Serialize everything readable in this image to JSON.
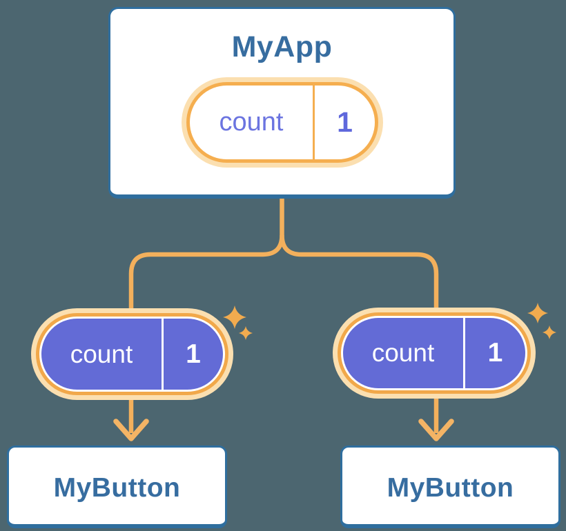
{
  "tree": {
    "root": {
      "name": "MyApp",
      "state": {
        "key": "count",
        "value": "1"
      }
    },
    "children": [
      {
        "name": "MyButton",
        "state": {
          "key": "count",
          "value": "1"
        }
      },
      {
        "name": "MyButton",
        "state": {
          "key": "count",
          "value": "1"
        }
      }
    ]
  },
  "icons": [
    "sparkle-icon",
    "down-arrow-icon"
  ],
  "colors": {
    "background": "#4C6670",
    "card_fill": "#FFFFFF",
    "card_border": "#2F6E9E",
    "component_text": "#376DA0",
    "pill_glow": "#FBDFB0",
    "pill_ring_light": "#F5AE4F",
    "pill_ring_dark": "#F1A84A",
    "pill_fill_purple": "#636BD6",
    "state_text_purple": "#6B74E0",
    "state_value_purple": "#5F68DC",
    "state_text_white": "#FFFFFF",
    "connector": "#F3B05C",
    "sparkle": "#F1AB4F"
  }
}
